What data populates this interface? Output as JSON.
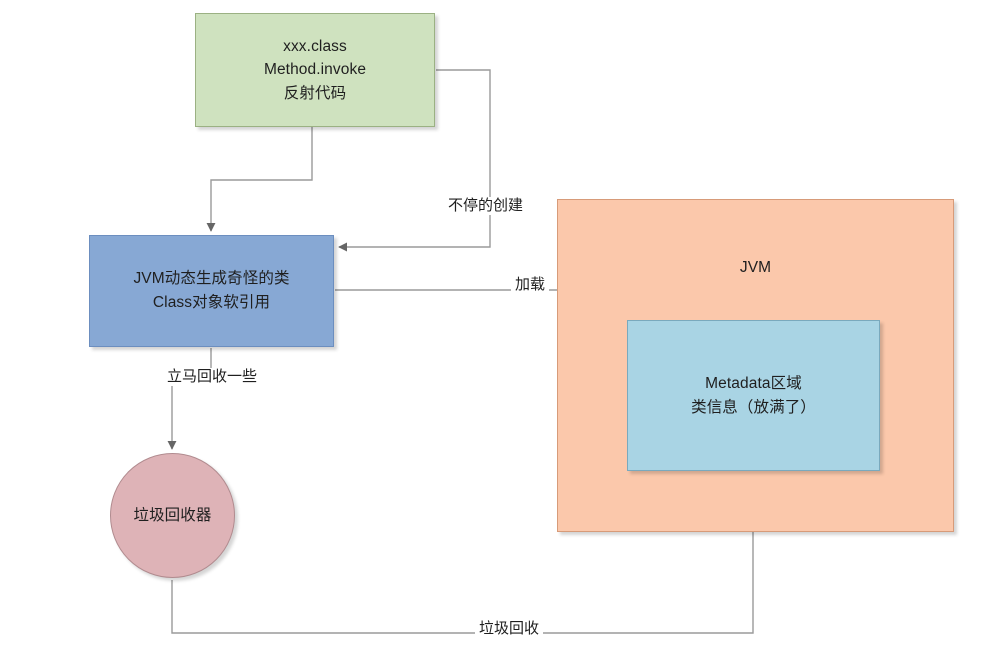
{
  "diagram": {
    "title": "JVM Metaspace reflection class loading flow",
    "colors": {
      "reflection_fill": "#cfe2bf",
      "reflection_stroke": "#9bb183",
      "dynamic_fill": "#87a8d4",
      "dynamic_stroke": "#6c8ebf",
      "jvm_fill": "#fbc8ab",
      "jvm_stroke": "#d79b79",
      "metadata_fill": "#a9d4e4",
      "metadata_stroke": "#7aa9bd",
      "gc_fill": "#deb3b7",
      "gc_stroke": "#b18b8f",
      "edge_stroke": "#9a9a9a",
      "arrowhead": "#666666",
      "text": "#1f1f1f",
      "background": "#ffffff"
    },
    "nodes": [
      {
        "id": "reflection",
        "shape": "rectangle",
        "label": "xxx.class\nMethod.invoke\n反射代码"
      },
      {
        "id": "jvm_dynamic",
        "shape": "rectangle",
        "label": "JVM动态生成奇怪的类\nClass对象软引用"
      },
      {
        "id": "jvm_container",
        "shape": "rectangle",
        "label": "JVM"
      },
      {
        "id": "metadata",
        "shape": "rectangle",
        "label": "Metadata区域\n类信息（放满了）"
      },
      {
        "id": "gc",
        "shape": "circle",
        "label": "垃圾回收器"
      }
    ],
    "edges": [
      {
        "id": "e-reflection-to-dynamic",
        "from": "reflection",
        "to": "jvm_dynamic",
        "label": ""
      },
      {
        "id": "e-reflection-loop-create",
        "from": "reflection",
        "to": "jvm_dynamic",
        "label": "不停的创建"
      },
      {
        "id": "e-dynamic-to-metadata",
        "from": "jvm_dynamic",
        "to": "metadata",
        "label": "加载"
      },
      {
        "id": "e-dynamic-to-gc",
        "from": "jvm_dynamic",
        "to": "gc",
        "label": "立马回收一些"
      },
      {
        "id": "e-gc-to-metadata",
        "from": "gc",
        "to": "metadata",
        "label": "垃圾回收"
      }
    ]
  }
}
